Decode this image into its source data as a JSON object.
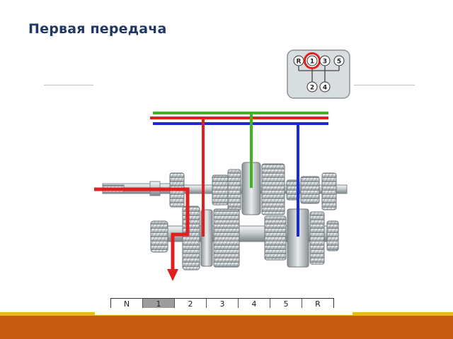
{
  "title": "Первая передача",
  "shift_pattern": {
    "positions": [
      "R",
      "1",
      "3",
      "5",
      "2",
      "4"
    ],
    "selected": "1"
  },
  "gear_bar": {
    "cells": [
      "N",
      "1",
      "2",
      "3",
      "4",
      "5",
      "R"
    ],
    "active": "1"
  },
  "colors": {
    "title": "#1f3864",
    "red_rod": "#e02020",
    "green_rod": "#3cb521",
    "blue_rod": "#1a2bd6",
    "highlight": "#e02020",
    "footer": "#c55a11",
    "footer_accent": "#e8b923"
  }
}
